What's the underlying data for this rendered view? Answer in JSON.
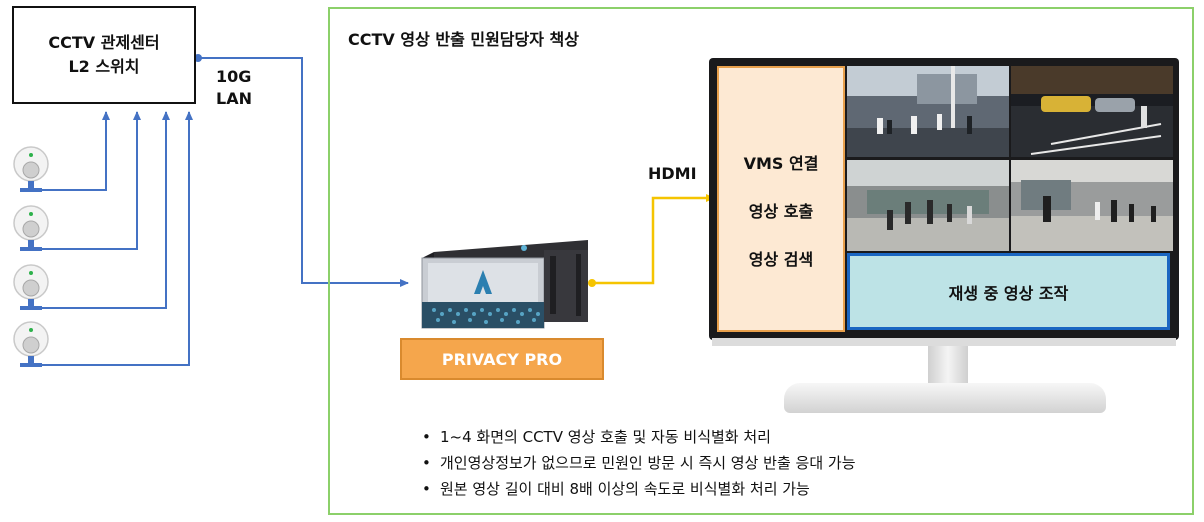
{
  "switch": {
    "line1": "CCTV 관제센터",
    "line2": "L2 스위치"
  },
  "link": {
    "speed": "10G",
    "type": "LAN"
  },
  "panel": {
    "title": "CCTV 영상 반출 민원담당자 책상"
  },
  "hdmi_label": "HDMI",
  "product": {
    "name": "PRIVACY PRO"
  },
  "vms_menu": [
    "VMS 연결",
    "영상 호출",
    "영상 검색"
  ],
  "playback_label": "재생 중 영상 조작",
  "features": [
    "1~4 화면의 CCTV 영상 호출 및 자동 비식별화 처리",
    "개인영상정보가 없으므로 민원인 방문 시 즉시 영상 반출 응대 가능",
    "원본 영상 길이 대비 8배 이상의 속도로 비식별화 처리 가능"
  ],
  "colors": {
    "wire_blue": "#4472c4",
    "hdmi_yellow": "#f5c400",
    "panel_green": "#8cd06a",
    "badge_orange": "#f5a64c"
  },
  "icons": [
    "cctv-camera-icon",
    "server-appliance-icon",
    "monitor-icon"
  ]
}
